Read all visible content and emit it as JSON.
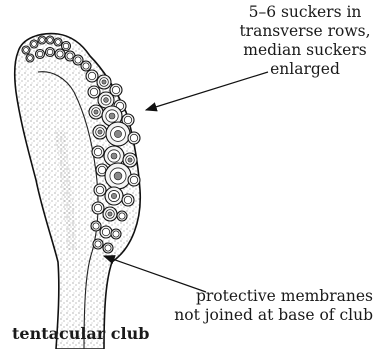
{
  "annotations": {
    "suckers": {
      "lines": [
        "5–6 suckers in",
        "transverse rows,",
        "median suckers",
        "enlarged"
      ]
    },
    "membranes": {
      "lines": [
        "protective membranes",
        "not joined at base of club"
      ]
    }
  },
  "caption": "tentacular club"
}
